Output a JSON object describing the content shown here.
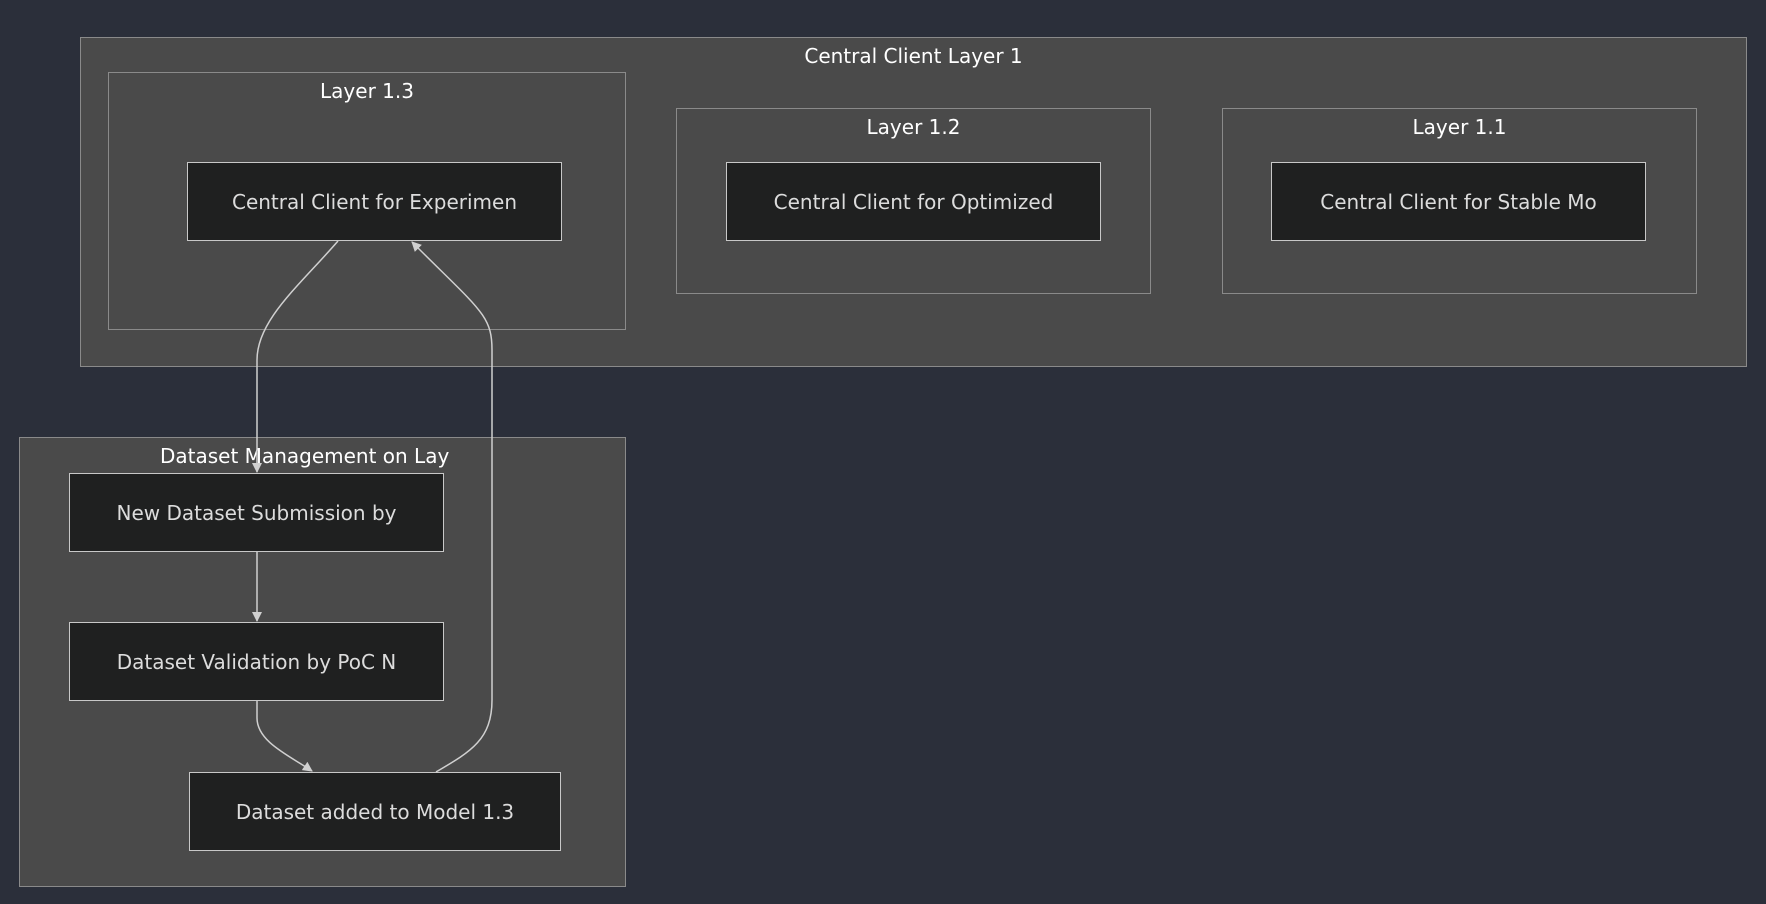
{
  "clusters": {
    "central_client_layer": {
      "title": "Central Client Layer 1"
    },
    "layer_1_3": {
      "title": "Layer 1.3"
    },
    "layer_1_2": {
      "title": "Layer 1.2"
    },
    "layer_1_1": {
      "title": "Layer 1.1"
    },
    "dataset_management": {
      "title": "Dataset Management on Lay"
    }
  },
  "nodes": {
    "experimental_client": {
      "label": "Central Client for Experimen"
    },
    "optimized_client": {
      "label": "Central Client for Optimized"
    },
    "stable_client": {
      "label": "Central Client for Stable Mo"
    },
    "new_dataset_submission": {
      "label": "New Dataset Submission by"
    },
    "dataset_validation": {
      "label": "Dataset Validation by PoC N"
    },
    "dataset_added": {
      "label": "Dataset added to Model 1.3"
    }
  },
  "colors": {
    "background": "#2b2f3a",
    "cluster_fill": "#4a4a4a",
    "cluster_border": "#8a8a8a",
    "node_fill": "#1f2020",
    "node_border": "#c8c8c8",
    "edge": "#d0d0d0"
  }
}
